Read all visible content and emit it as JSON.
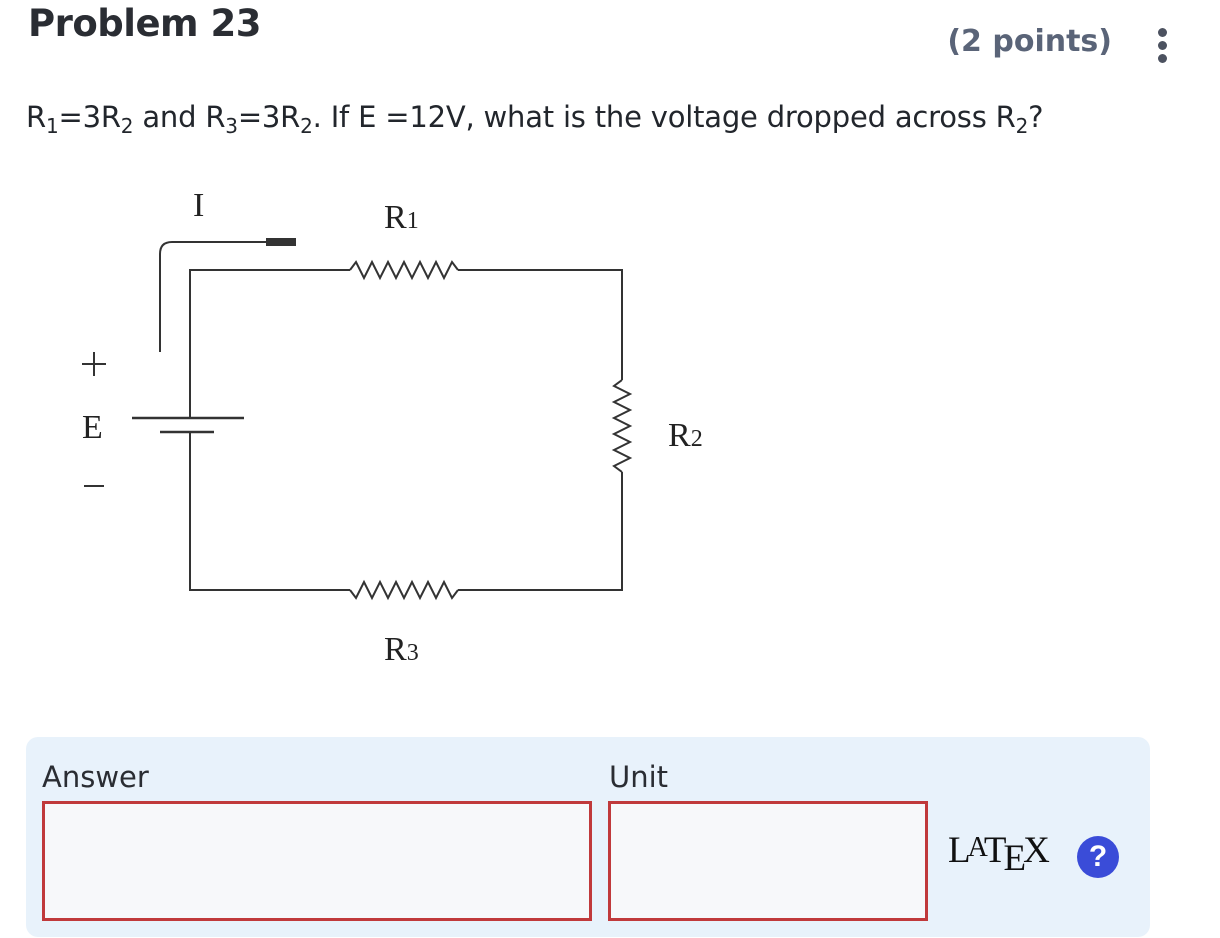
{
  "problem": {
    "title": "Problem 23",
    "points": "(2 points)",
    "menu_icon": "vertical-ellipsis-icon",
    "question": {
      "r1": "R",
      "r1_sub": "1",
      "eq1": "=3R",
      "eq1_sub": "2",
      "and": " and R",
      "r3_sub": "3",
      "eq2": "=3R",
      "eq2_sub": "2",
      "rest": ". If E =12V, what is the voltage dropped across R",
      "end_sub": "2",
      "end": "?"
    }
  },
  "circuit": {
    "current_label": "I",
    "r1_label": "R",
    "r1_sub": "1",
    "r2_label": "R",
    "r2_sub": "2",
    "r3_label": "R",
    "r3_sub": "3",
    "source_label": "E",
    "plus": "+",
    "minus": "−"
  },
  "answer": {
    "answer_label": "Answer",
    "unit_label": "Unit",
    "answer_value": "",
    "unit_value": "",
    "latex_t": "T",
    "latex_x": "X",
    "help_glyph": "?",
    "help_icon": "question-circle-icon",
    "field_border_color": "#c0393b",
    "panel_color": "#e8f2fb",
    "help_color": "#3a4cd8"
  }
}
